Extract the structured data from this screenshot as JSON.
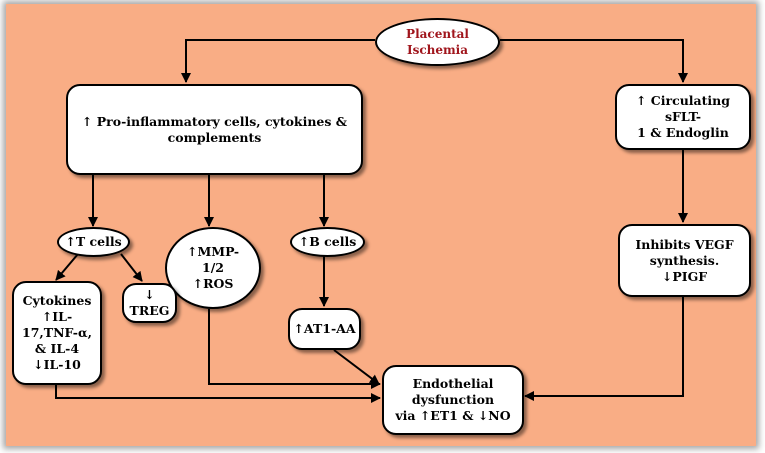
{
  "colors": {
    "background": "#f9ad85",
    "box": "#ffffff",
    "border": "#000000",
    "title_text": "#a0151c"
  },
  "nodes": {
    "ischemia": "Placental\nIschemia",
    "proinflammatory": "↑ Pro-inflammatory cells, cytokines &\ncomplements",
    "circulating": "↑ Circulating sFLT-\n1 & Endoglin",
    "tcells": "↑T cells",
    "mmp": "↑MMP-\n1/2\n↑ROS",
    "bcells": "↑B cells",
    "inhibits": "Inhibits VEGF\nsynthesis.\n↓PIGF",
    "cytokines": "Cytokines\n↑IL-\n17,TNF-α,\n& IL-4\n↓IL-10",
    "treg": "↓ TREG",
    "at1aa": "↑AT1-AA",
    "endothelial": "Endothelial\ndysfunction\nvia ↑ET1 & ↓NO"
  },
  "edges": [
    [
      "ischemia",
      "proinflammatory"
    ],
    [
      "ischemia",
      "circulating"
    ],
    [
      "proinflammatory",
      "tcells"
    ],
    [
      "proinflammatory",
      "mmp"
    ],
    [
      "proinflammatory",
      "bcells"
    ],
    [
      "tcells",
      "cytokines"
    ],
    [
      "tcells",
      "treg"
    ],
    [
      "bcells",
      "at1aa"
    ],
    [
      "circulating",
      "inhibits"
    ],
    [
      "cytokines",
      "endothelial"
    ],
    [
      "mmp",
      "endothelial"
    ],
    [
      "at1aa",
      "endothelial"
    ],
    [
      "inhibits",
      "endothelial"
    ]
  ]
}
